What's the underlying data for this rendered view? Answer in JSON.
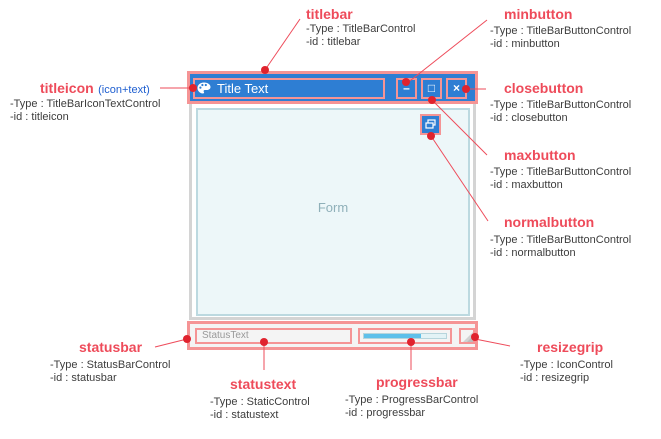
{
  "window": {
    "title_text": "Title Text",
    "form_label": "Form",
    "status_text": "StatusText",
    "progress_percent": 70,
    "buttons": {
      "min_glyph": "–",
      "max_glyph": "□",
      "close_glyph": "×"
    },
    "colors": {
      "titlebar_blue": "#2e7ed3",
      "highlight_pink": "#f59495",
      "annotation_red": "#ee4b5a",
      "form_bg": "#edf7f9",
      "progress_fill": "#5ec0ea"
    }
  },
  "annotations": {
    "titlebar": {
      "name": "titlebar",
      "type": "-Type : TitleBarControl",
      "id": "-id : titlebar"
    },
    "titleicon": {
      "name": "titleicon",
      "hint": "(icon+text)",
      "type": "-Type : TitleBarIconTextControl",
      "id": "-id : titleicon"
    },
    "minbutton": {
      "name": "minbutton",
      "type": "-Type : TitleBarButtonControl",
      "id": "-id : minbutton"
    },
    "closebutton": {
      "name": "closebutton",
      "type": "-Type : TitleBarButtonControl",
      "id": "-id : closebutton"
    },
    "maxbutton": {
      "name": "maxbutton",
      "type": "-Type : TitleBarButtonControl",
      "id": "-id : maxbutton"
    },
    "normalbutton": {
      "name": "normalbutton",
      "type": "-Type : TitleBarButtonControl",
      "id": "-id : normalbutton"
    },
    "statusbar": {
      "name": "statusbar",
      "type": "-Type : StatusBarControl",
      "id": "-id : statusbar"
    },
    "statustext": {
      "name": "statustext",
      "type": "-Type : StaticControl",
      "id": "-id : statustext"
    },
    "progressbar": {
      "name": "progressbar",
      "type": "-Type : ProgressBarControl",
      "id": "-id : progressbar"
    },
    "resizegrip": {
      "name": "resizegrip",
      "type": "-Type : IconControl",
      "id": "-id : resizegrip"
    }
  }
}
